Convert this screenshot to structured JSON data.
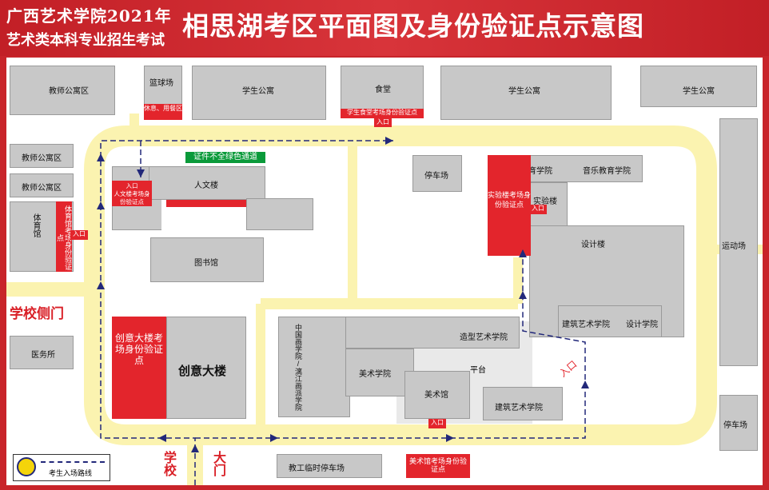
{
  "header": {
    "line1": "广西艺术学院2021年",
    "line2": "艺术类本科专业招生考试",
    "main_title": "相思湖考区平面图及身份验证点示意图"
  },
  "buildings": {
    "teacher_apartment_top": "教师公寓区",
    "basketball": "篮球场",
    "student_apartment_1": "学生公寓",
    "canteen": "食堂",
    "student_apartment_2": "学生公寓",
    "student_apartment_3": "学生公寓",
    "teacher_apartment_2": "教师公寓区",
    "teacher_apartment_3": "教师公寓区",
    "gym": "体育馆",
    "humanities": "人文楼",
    "library": "图书馆",
    "parking_center": "停车场",
    "art_education": "美术教育学院",
    "music_education": "音乐教育学院",
    "lab_building": "实验楼",
    "design_building": "设计楼",
    "sports_field": "运动场",
    "chuangyi": "创意大楼",
    "chinese_painting": "中国画学院/漓江画派学院",
    "modeling_art": "造型艺术学院",
    "fine_arts": "美术学院",
    "platform": "平台",
    "art_museum": "美术馆",
    "architecture_1": "建筑艺术学院",
    "architecture_2": "建筑艺术学院",
    "design_school": "设计学院",
    "clinic": "医务所",
    "parking_right": "停车场",
    "staff_parking": "教工临时停车场"
  },
  "labels": {
    "rest_area": "休息、用餐区",
    "entrance": "入口",
    "canteen_check": "学生食堂考场身份验证点",
    "humanities_check": "人文楼考场身份验证点",
    "gym_check": "体育馆考场身份验证点",
    "lab_check": "实验楼考场身份验证点",
    "chuangyi_check": "创意大楼考场身份验证点",
    "museum_check": "美术馆考场身份验证点",
    "green_channel": "证件不全绿色通道",
    "side_gate": "学校侧门",
    "main_gate_1": "学校",
    "main_gate_2": "大门",
    "legend": "考生入场路线"
  },
  "colors": {
    "header_red": "#c8242a",
    "check_point_red": "#e3252c",
    "building_gray": "#c8c8c8",
    "road_yellow": "#fbf3b0",
    "route_blue": "#22287a",
    "green_channel": "#0a9a3a"
  }
}
